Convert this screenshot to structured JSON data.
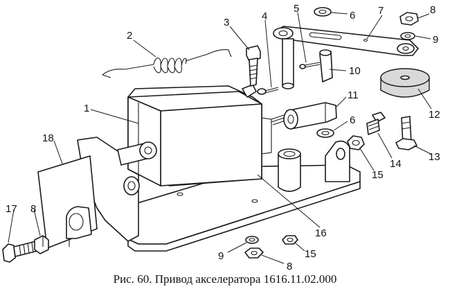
{
  "caption": "Рис. 60. Привод акселератора 1616.11.02.000",
  "labels": [
    "1",
    "2",
    "3",
    "4",
    "5",
    "6",
    "7",
    "8",
    "9",
    "10",
    "11",
    "6",
    "12",
    "18",
    "13",
    "14",
    "15",
    "16",
    "17",
    "8",
    "9",
    "15",
    "8"
  ]
}
